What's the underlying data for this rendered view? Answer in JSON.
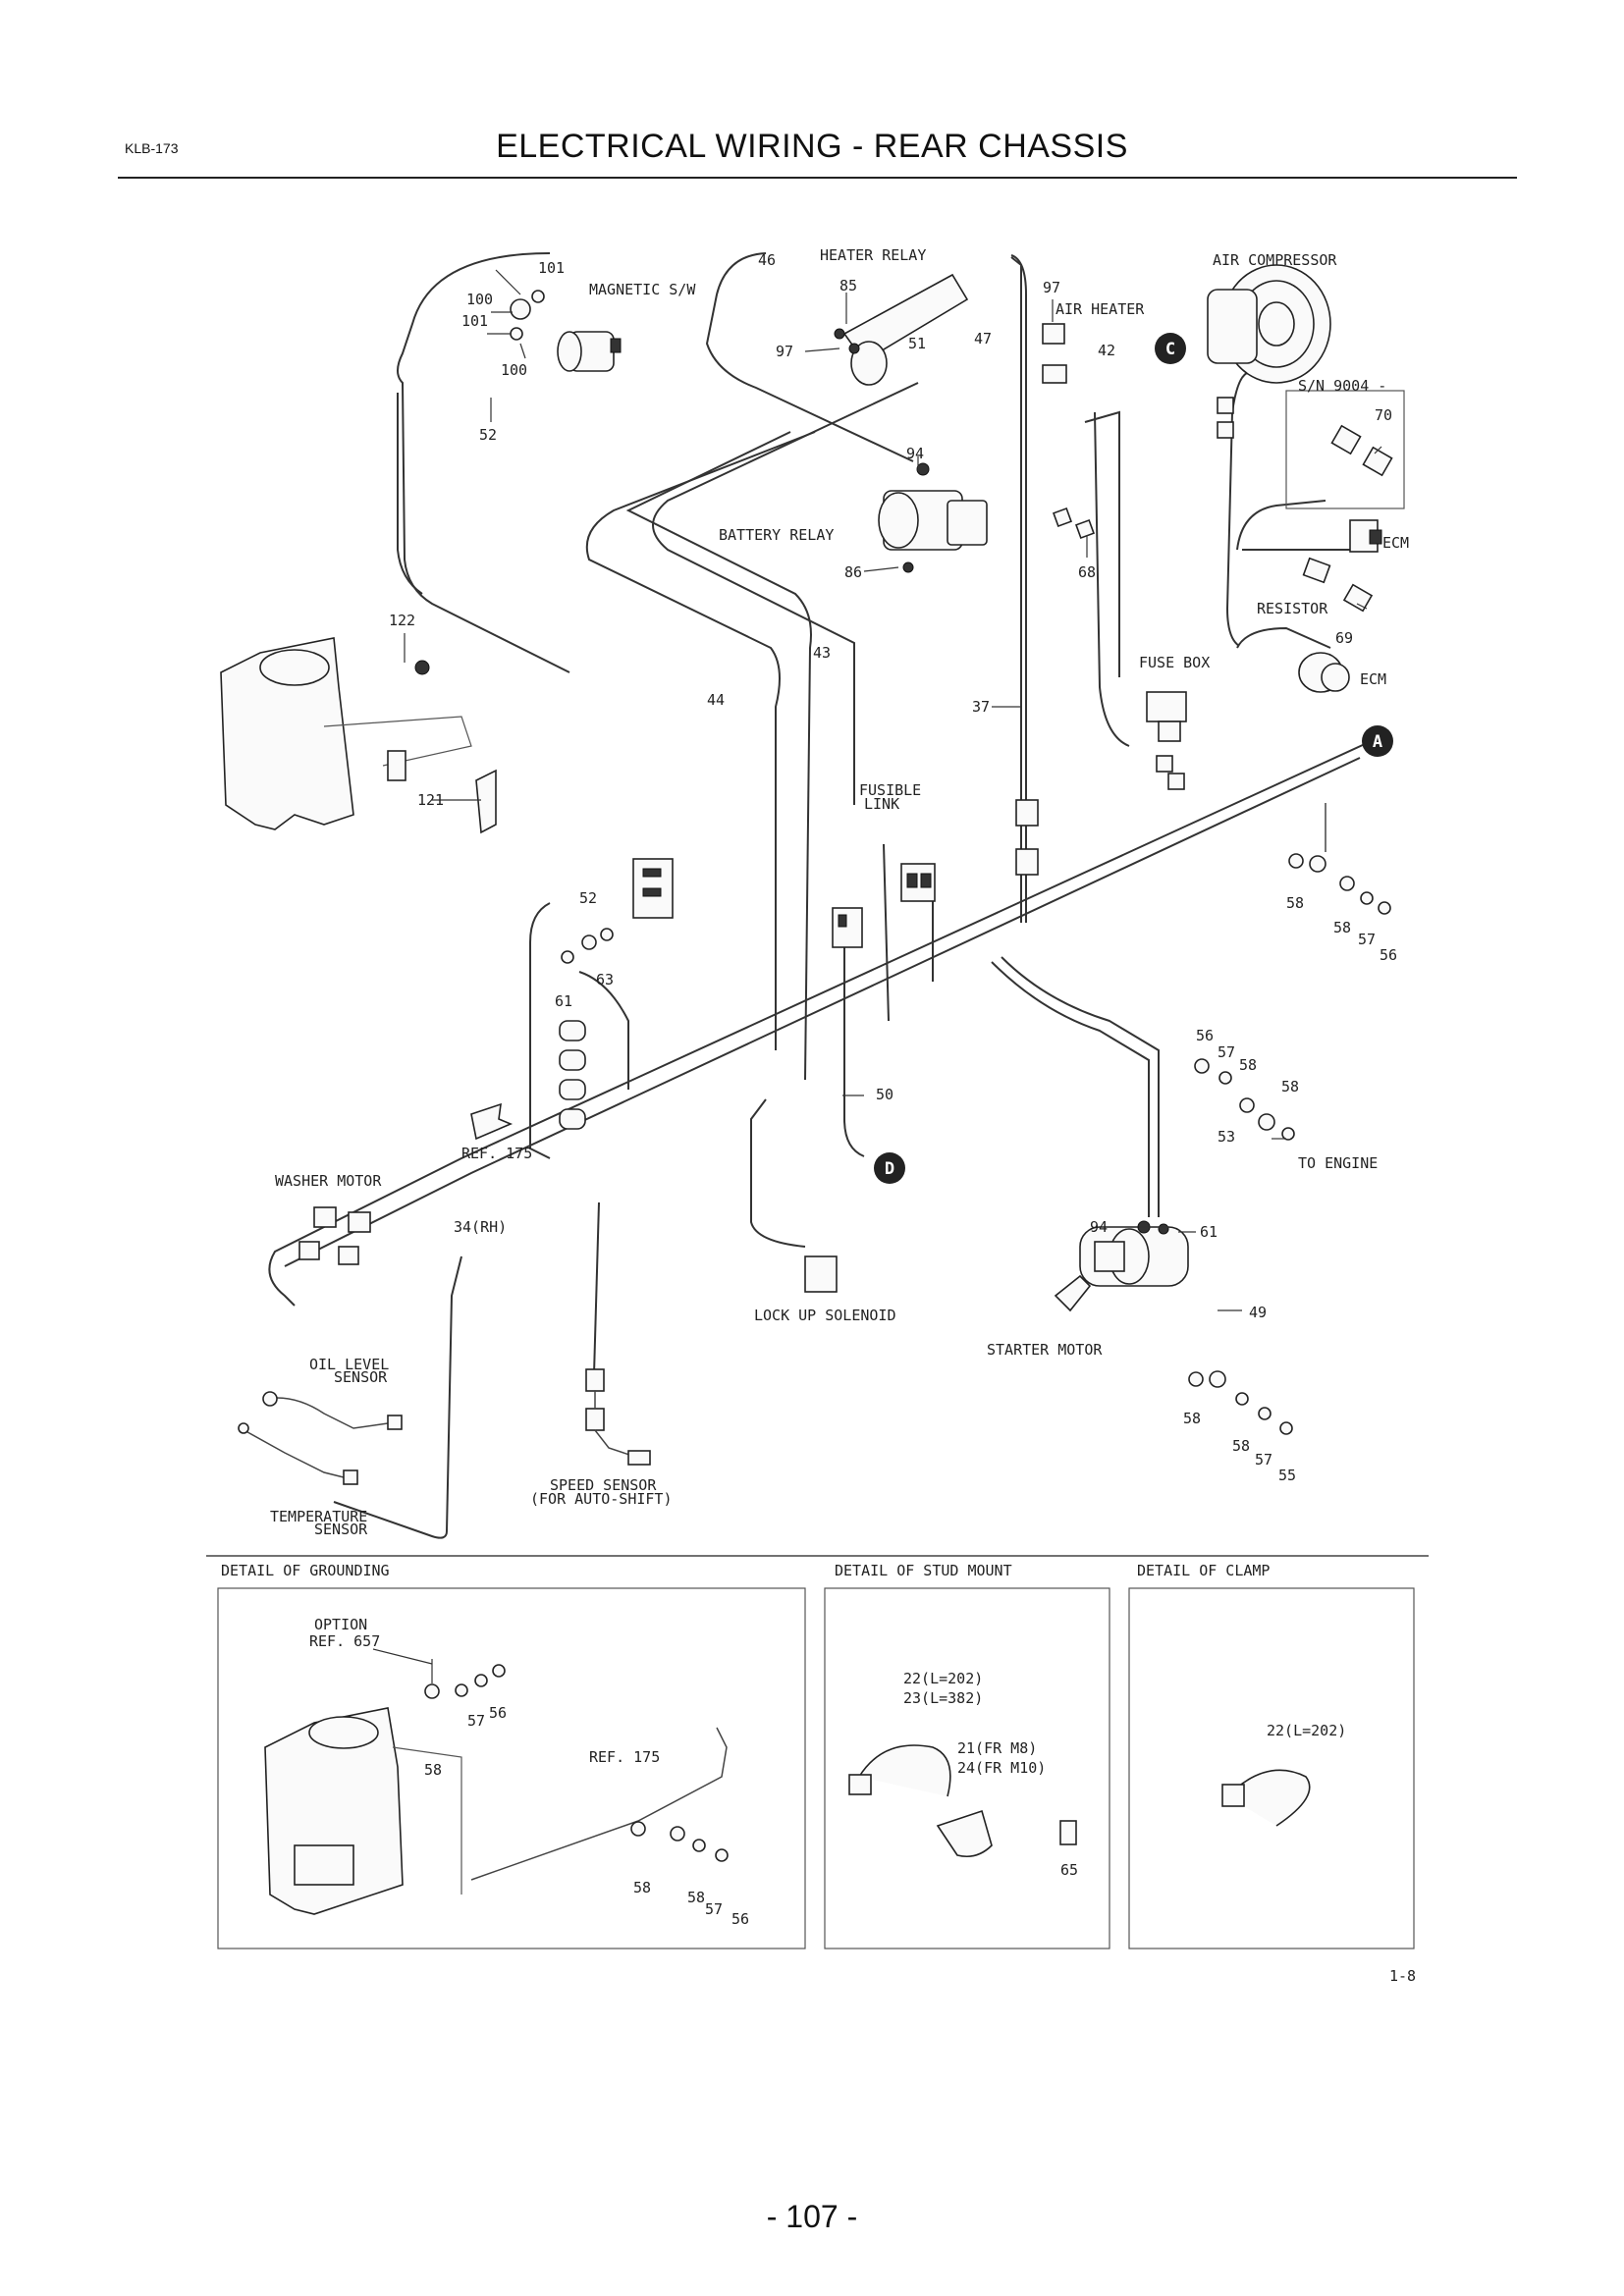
{
  "header": {
    "code": "KLB-173",
    "title": "ELECTRICAL WIRING - REAR CHASSIS"
  },
  "page_number": "- 107 -",
  "figure_ref": "1-8",
  "labels": {
    "magnetic_sw": "MAGNETIC S/W",
    "heater_relay": "HEATER RELAY",
    "air_heater": "AIR HEATER",
    "air_compressor": "AIR COMPRESSOR",
    "sn_9004": "S/N 9004 -",
    "battery_relay": "BATTERY RELAY",
    "ecm": "ECM",
    "resistor": "RESISTOR",
    "fuse_box": "FUSE BOX",
    "fusible_link": "FUSIBLE",
    "fusible_link_2": "LINK",
    "ref_175": "REF. 175",
    "washer_motor": "WASHER MOTOR",
    "to_engine": "TO ENGINE",
    "lock_up_solenoid": "LOCK UP SOLENOID",
    "starter_motor": "STARTER MOTOR",
    "oil_level_sensor_1": "OIL LEVEL",
    "oil_level_sensor_2": "SENSOR",
    "temperature_sensor_1": "TEMPERATURE",
    "temperature_sensor_2": "SENSOR",
    "speed_sensor_1": "SPEED SENSOR",
    "speed_sensor_2": "(FOR AUTO-SHIFT)",
    "rh": "34(RH)",
    "detail_grounding": "DETAIL OF GROUNDING",
    "detail_stud_mount": "DETAIL OF STUD MOUNT",
    "detail_clamp": "DETAIL OF CLAMP",
    "option": "OPTION",
    "ref_657": "REF. 657",
    "ref_175_b": "REF. 175",
    "l202": "22(L=202)",
    "l382": "23(L=382)",
    "fr_m8": "21(FR M8)",
    "fr_m10": "24(FR M10)",
    "l202_clamp": "22(L=202)"
  },
  "callouts": {
    "c101a": "101",
    "c100a": "100",
    "c101b": "101",
    "c100b": "100",
    "c52a": "52",
    "c46": "46",
    "c85": "85",
    "c97a": "97",
    "c51": "51",
    "c47": "47",
    "c97b": "97",
    "c42": "42",
    "c70": "70",
    "c94a": "94",
    "c86": "86",
    "c68": "68",
    "c69": "69",
    "c122": "122",
    "c121": "121",
    "c44": "44",
    "c43": "43",
    "c37": "37",
    "c52b": "52",
    "c63": "63",
    "c61a": "61",
    "c58a": "58",
    "c58b": "58",
    "c57a": "57",
    "c56a": "56",
    "c50": "50",
    "c56b": "56",
    "c57b": "57",
    "c58c": "58",
    "c58d": "58",
    "c53": "53",
    "c94b": "94",
    "c61b": "61",
    "c49": "49",
    "c58e": "58",
    "c58f": "58",
    "c57c": "57",
    "c55": "55",
    "c57d": "57",
    "c56c": "56",
    "c58g": "58",
    "c58h": "58",
    "c58i": "58",
    "c57e": "57",
    "c56d": "56",
    "c65": "65"
  },
  "markers": {
    "A": "A",
    "C": "C",
    "D": "D"
  }
}
